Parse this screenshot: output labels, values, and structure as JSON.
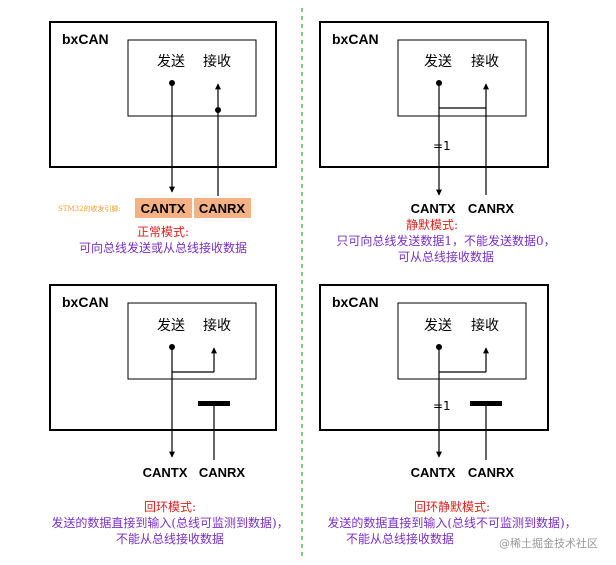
{
  "block_name": "bxCAN",
  "send": "发送",
  "receive": "接收",
  "pin_tx": "CANTX",
  "pin_rx": "CANRX",
  "eq_one": "=1",
  "pin_note": "STM32的收发引脚:",
  "colors": {
    "title": "#e0201c",
    "desc": "#7b2fc9",
    "pin_highlight": "#f4b183",
    "divider": "#5cb85c"
  },
  "normal": {
    "title": "正常模式:",
    "desc1": "可向总线发送或从总线接收数据"
  },
  "silent": {
    "title": "静默模式:",
    "desc1": "只可向总线发送数据1，不能发送数据0，",
    "desc2": "可从总线接收数据"
  },
  "loopback": {
    "title": "回环模式:",
    "desc1": "发送的数据直接到输入(总线可监测到数据)，",
    "desc2": "不能从总线接收数据"
  },
  "silent_loopback": {
    "title": "回环静默模式:",
    "desc1": "发送的数据直接到输入(总线不可监测到数据)，",
    "desc2": "不能从总线接收数据"
  },
  "watermark": "@稀土掘金技术社区"
}
